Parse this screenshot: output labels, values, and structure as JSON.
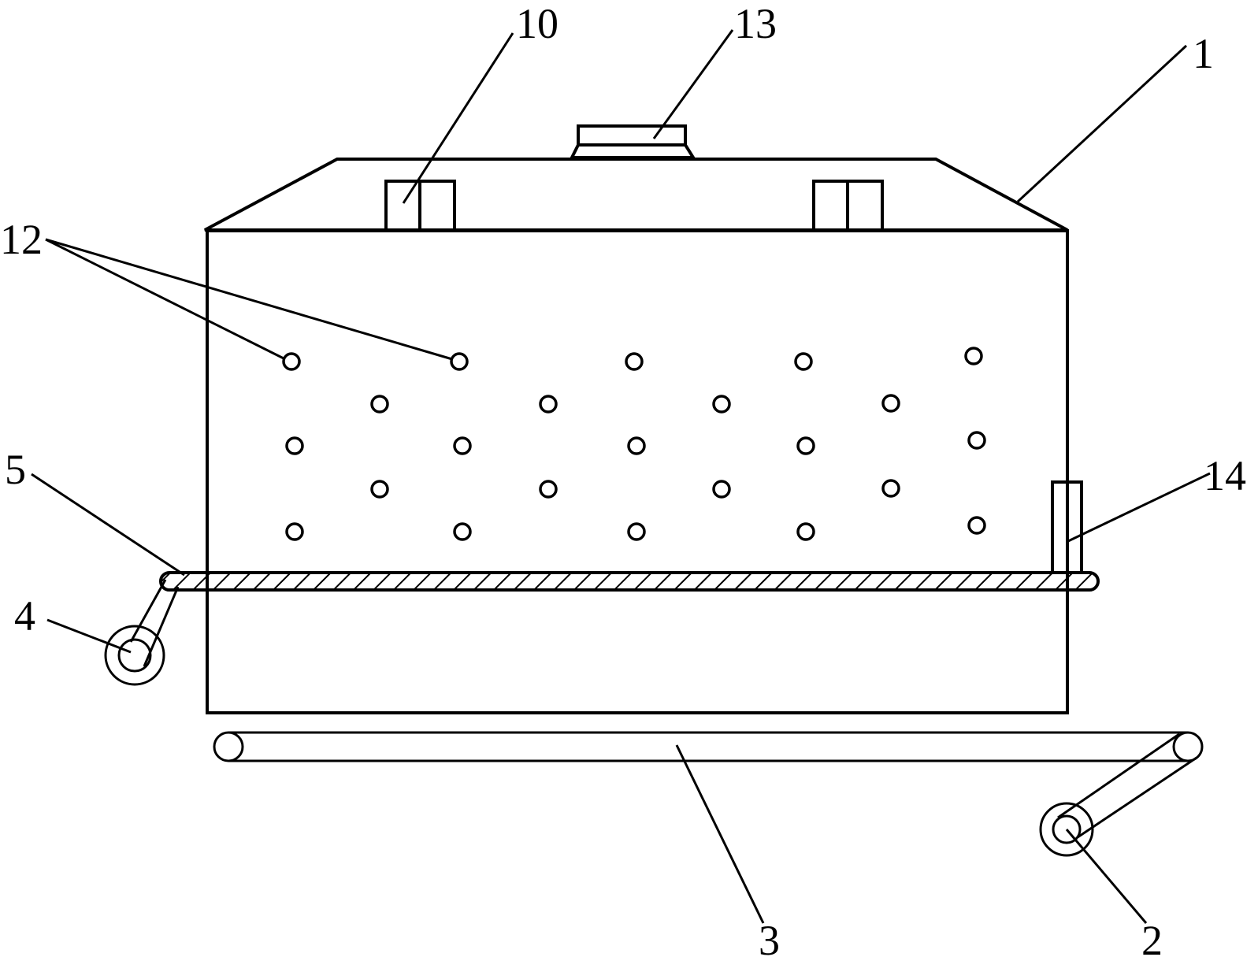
{
  "labels": {
    "l1": "1",
    "l2": "2",
    "l3": "3",
    "l4": "4",
    "l5": "5",
    "l10": "10",
    "l12": "12",
    "l13": "13",
    "l14": "14"
  },
  "colors": {
    "line": "#000000",
    "background": "#ffffff"
  }
}
